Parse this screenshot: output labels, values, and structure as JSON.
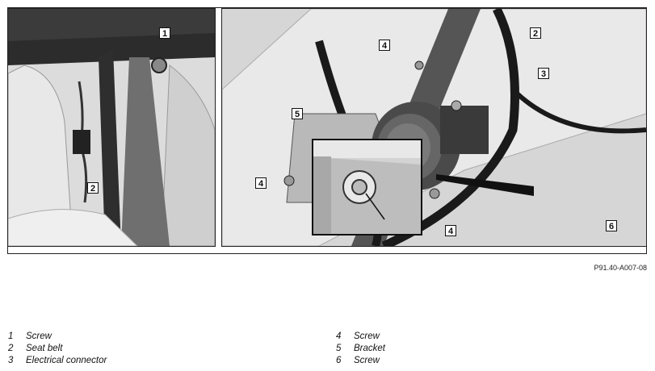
{
  "figure": {
    "left_panel_callouts": [
      "1",
      "2"
    ],
    "right_panel_callouts": [
      "2",
      "3",
      "5",
      "4",
      "4",
      "4"
    ],
    "inset_callouts": [
      "6"
    ]
  },
  "reference_code": "P91.40-A007-08",
  "legend": {
    "left": [
      {
        "num": "1",
        "label": "Screw"
      },
      {
        "num": "2",
        "label": "Seat belt"
      },
      {
        "num": "3",
        "label": "Electrical connector"
      }
    ],
    "right": [
      {
        "num": "4",
        "label": "Screw"
      },
      {
        "num": "5",
        "label": "Bracket"
      },
      {
        "num": "6",
        "label": "Screw"
      }
    ]
  }
}
